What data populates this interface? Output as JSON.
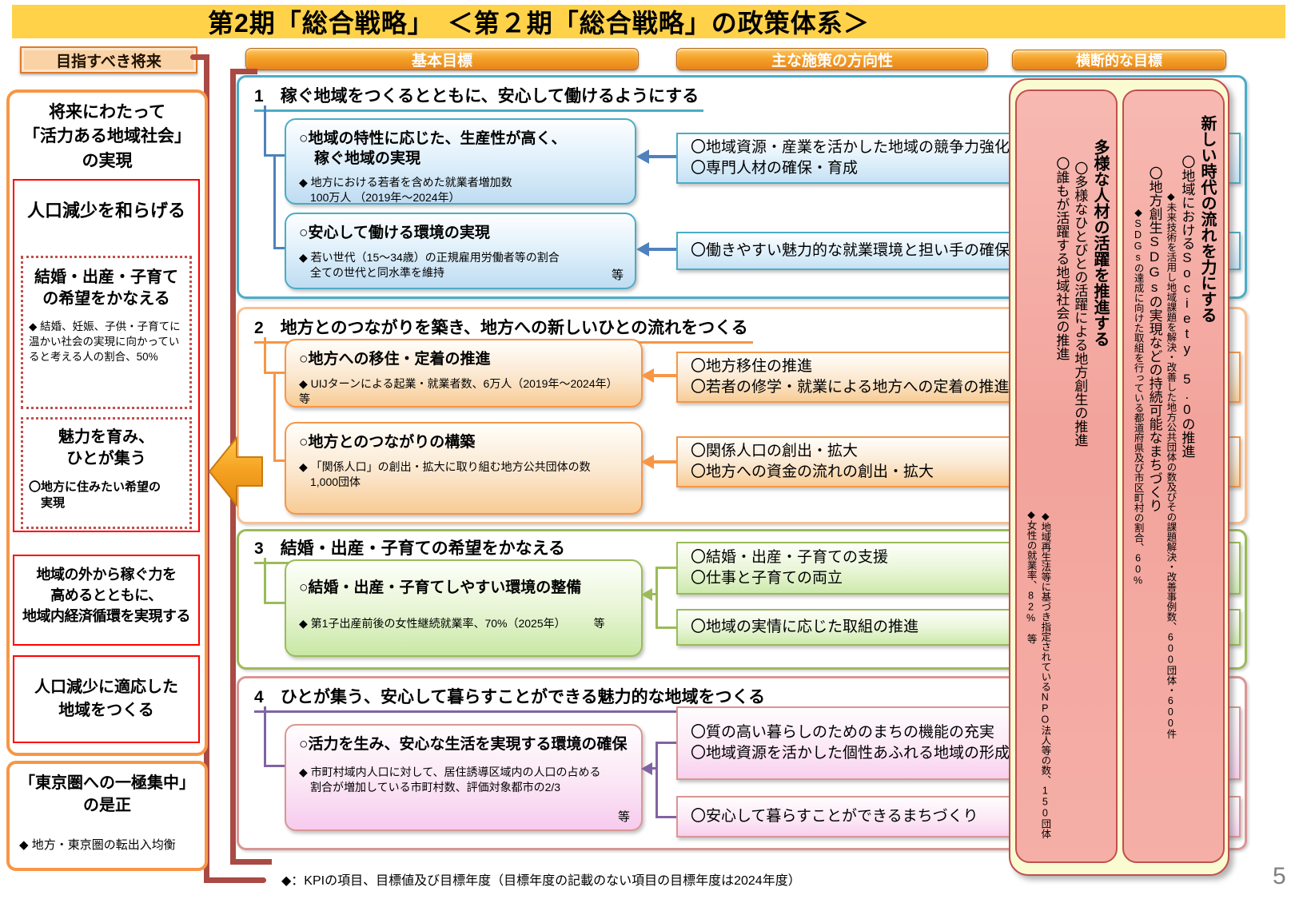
{
  "page_number": "5",
  "title": "第2期「総合戦略」　＜第２期「総合戦略」の政策体系＞",
  "column_headers": {
    "future": "目指すべき将来",
    "basic_goals": "基本目標",
    "directions": "主な施策の方向性",
    "cross_cutting": "横断的な目標"
  },
  "future_column": {
    "vision": "将来にわたって\n「活力ある地域社会」\nの実現",
    "mitigate_population_decline": "人口減少を和らげる",
    "marriage_box": {
      "title": "結婚・出産・子育て\nの希望をかなえる",
      "kpi": "◆ 結婚、妊娠、子供・子育てに温かい社会の実現に向かっていると考える人の割合、50%"
    },
    "attract_box": {
      "title": "魅力を育み、\nひとが集う",
      "item": "〇地方に住みたい希望の\n　実現"
    },
    "earning_power": "地域の外から稼ぐ力を\n高めるとともに、\n地域内経済循環を実現する",
    "adapt_region": "人口減少に適応した\n地域をつくる",
    "tokyo_box": {
      "title": "「東京圏への一極集中」\nの是正",
      "kpi": "◆ 地方・東京圏の転出入均衡"
    }
  },
  "sections": [
    {
      "number": "1",
      "title": "稼ぐ地域をつくるとともに、安心して働けるようにする",
      "goals": [
        {
          "title": "○地域の特性に応じた、生産性が高く、\n　稼ぐ地域の実現",
          "kpi": "◆ 地方における若者を含めた就業者増加数\n　100万人 （2019年～2024年）",
          "etc": ""
        },
        {
          "title": "○安心して働ける環境の実現",
          "kpi": "◆ 若い世代（15～34歳）の正規雇用労働者等の割合\n　全ての世代と同水準を維持",
          "etc": "等"
        }
      ],
      "directions": [
        "〇地域資源・産業を活かした地域の競争力強化\n〇専門人材の確保・育成",
        "〇働きやすい魅力的な就業環境と担い手の確保"
      ]
    },
    {
      "number": "2",
      "title": "地方とのつながりを築き、地方への新しいひとの流れをつくる",
      "goals": [
        {
          "title": "○地方への移住・定着の推進",
          "kpi": "◆ UIJターンによる起業・就業者数、6万人（2019年～2024年） 等",
          "etc": ""
        },
        {
          "title": "○地方とのつながりの構築",
          "kpi": "◆ 「関係人口」の創出・拡大に取り組む地方公共団体の数\n　1,000団体",
          "etc": ""
        }
      ],
      "directions": [
        "〇地方移住の推進\n〇若者の修学・就業による地方への定着の推進",
        "〇関係人口の創出・拡大\n〇地方への資金の流れの創出・拡大"
      ]
    },
    {
      "number": "3",
      "title": "結婚・出産・子育ての希望をかなえる",
      "goals": [
        {
          "title": "○結婚・出産・子育てしやすい環境の整備",
          "kpi": "◆ 第1子出産前後の女性継続就業率、70%（2025年）　　　等",
          "etc": ""
        }
      ],
      "directions": [
        "〇結婚・出産・子育ての支援\n〇仕事と子育ての両立",
        "〇地域の実情に応じた取組の推進"
      ]
    },
    {
      "number": "4",
      "title": "ひとが集う、安心して暮らすことができる魅力的な地域をつくる",
      "goals": [
        {
          "title": "○活力を生み、安心な生活を実現する環境の確保",
          "kpi": "◆ 市町村域内人口に対して、居住誘導区域内の人口の占める\n　割合が増加している市町村数、評価対象都市の2/3",
          "etc": "等"
        }
      ],
      "directions": [
        "〇質の高い暮らしのためのまちの機能の充実\n〇地域資源を活かした個性あふれる地域の形成",
        "〇安心して暮らすことができるまちづくり"
      ]
    }
  ],
  "cross_cutting": {
    "diverse_talent": {
      "title": "多様な人材の活躍を推進する",
      "item1": "〇多様なひとびとの活躍による地方創生の推進",
      "item2": "〇誰もが活躍する地域社会の推進",
      "kpi1": "◆地域再生法等に基づき指定されているNPO法人等の数、150団体",
      "kpi2": "◆女性の就業率、82%　等"
    },
    "new_era": {
      "title": "新しい時代の流れを力にする",
      "item1": "〇地域におけるSociety 5.0の推進",
      "kpi1": "◆未来技術を活用し地域課題を解決・改善した地方公共団体の数及びその課題解決・改善事例数、600団体・600件",
      "item2": "〇地方創生SDGsの実現などの持続可能なまちづくり",
      "kpi2": "◆SDGsの達成に向けた取組を行っている都道府県及び市区町村の割合、60%"
    }
  },
  "footnote": "◆：KPIの項目、目標値及び目標年度（目標年度の記載のない項目の目標年度は2024年度）",
  "colors": {
    "title_band": "#FFD24A",
    "header_bar_orange": "#F09A23",
    "maroon_bracket": "#A94A44",
    "section1_blue": "#4BACC6",
    "section2_orange": "#F79646",
    "section3_green": "#9BBB59",
    "section4_salmon": "#D99694",
    "connector_blue": "#4F81BD",
    "connector_purple": "#8064A2",
    "red_box_border": "#FF0000",
    "dotted_red": "#C0504D",
    "pink_panel_fill": "#F2A49C",
    "cream_panel": "#FBFBD2"
  }
}
